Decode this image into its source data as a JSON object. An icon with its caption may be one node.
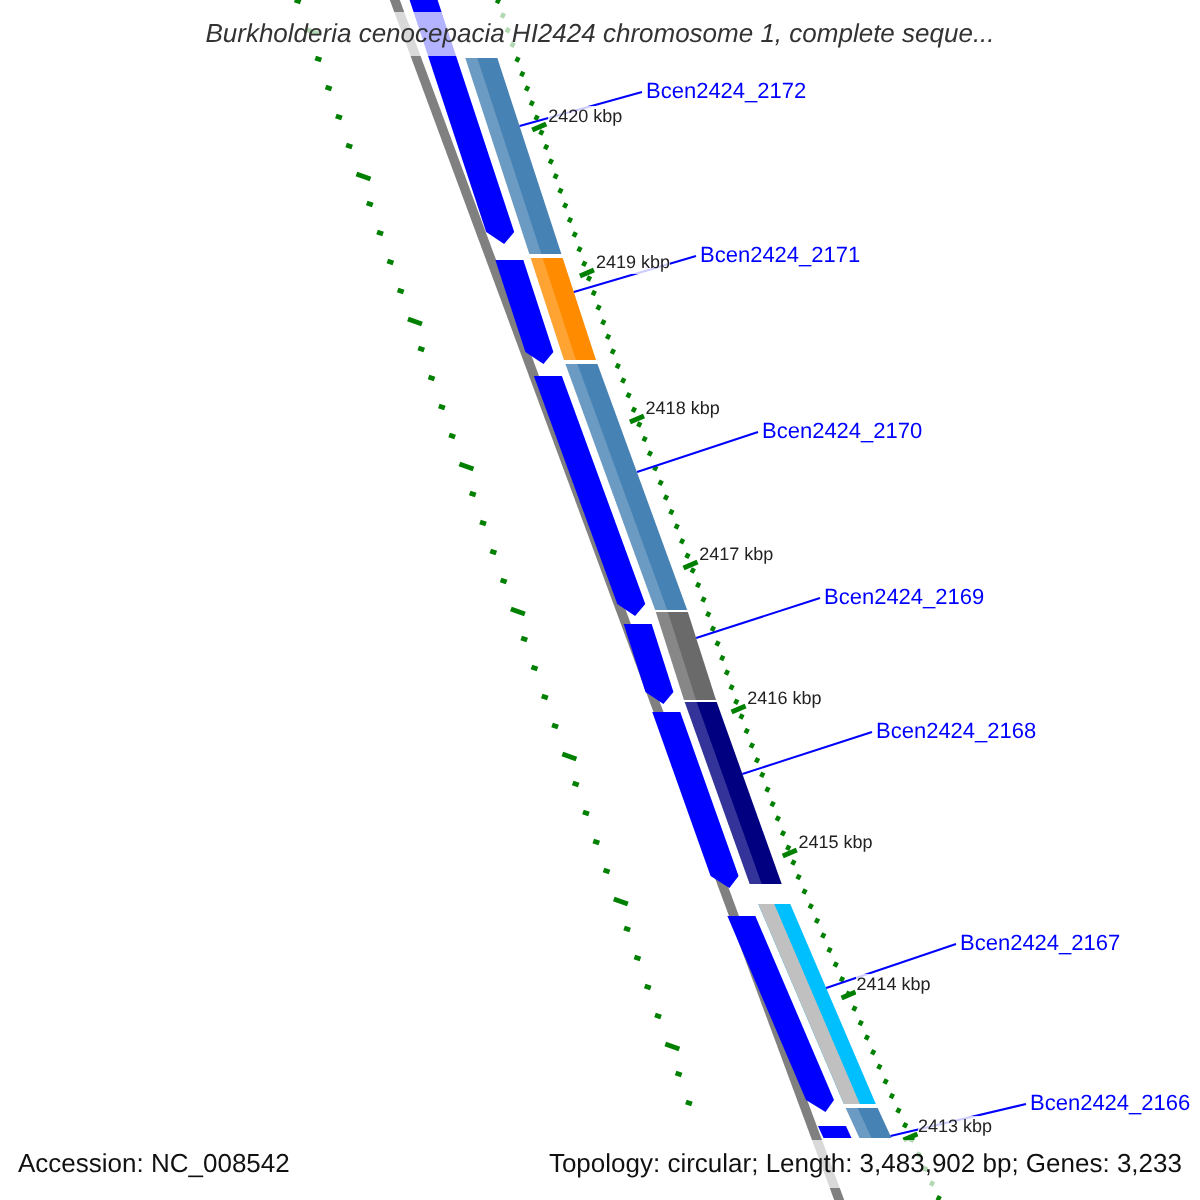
{
  "diagram": {
    "title": "Burkholderia cenocepacia HI2424 chromosome 1, complete seque...",
    "nodes": [
      {
        "text": [
          "Bcen2424_2172"
        ]
      },
      {
        "text": [],
        "shape": "bar"
      },
      {
        "text": [
          "Bcen2424_2171"
        ]
      },
      {
        "text": [],
        "shape": "bar"
      },
      {
        "text": [
          "Bcen2424_2170"
        ]
      },
      {
        "text": [],
        "shape": "bar"
      },
      {
        "text": [
          "Bcen2424_2169"
        ]
      },
      {
        "text": [],
        "shape": "bar"
      },
      {
        "text": [
          "Bcen2424_2168"
        ]
      },
      {
        "text": [],
        "shape": "bar"
      },
      {
        "text": [
          "Bcen2424_2167"
        ]
      },
      {
        "text": [],
        "shape": "bar"
      },
      {
        "text": [
          "Bcen2424_2166"
        ]
      },
      {
        "text": [],
        "shape": "bar"
      },
      {
        "text": [],
        "shape": "bar"
      },
      {
        "text": [],
        "shape": "bar"
      },
      {
        "text": [],
        "shape": "bar"
      },
      {
        "text": [],
        "shape": "bar"
      },
      {
        "text": [],
        "shape": "bar"
      },
      {
        "text": [],
        "shape": "bar"
      },
      {
        "text": [],
        "shape": "bar"
      }
    ],
    "edges": [
      {
        "from": 0,
        "to": 1,
        "arrow": "none"
      },
      {
        "from": 2,
        "to": 3,
        "arrow": "none"
      },
      {
        "from": 4,
        "to": 5,
        "arrow": "none"
      },
      {
        "from": 6,
        "to": 7,
        "arrow": "none"
      },
      {
        "from": 8,
        "to": 9,
        "arrow": "none"
      },
      {
        "from": 10,
        "to": 11,
        "arrow": "none"
      },
      {
        "from": 12,
        "to": 13,
        "arrow": "none"
      }
    ],
    "labels": [
      "2420 kbp",
      "2419 kbp",
      "2418 kbp",
      "2417 kbp",
      "2416 kbp",
      "2415 kbp",
      "2414 kbp",
      "2413 kbp",
      "Accession: NC_008542",
      "Topology: circular; Length: 3,483,902 bp; Genes: 3,233"
    ]
  }
}
